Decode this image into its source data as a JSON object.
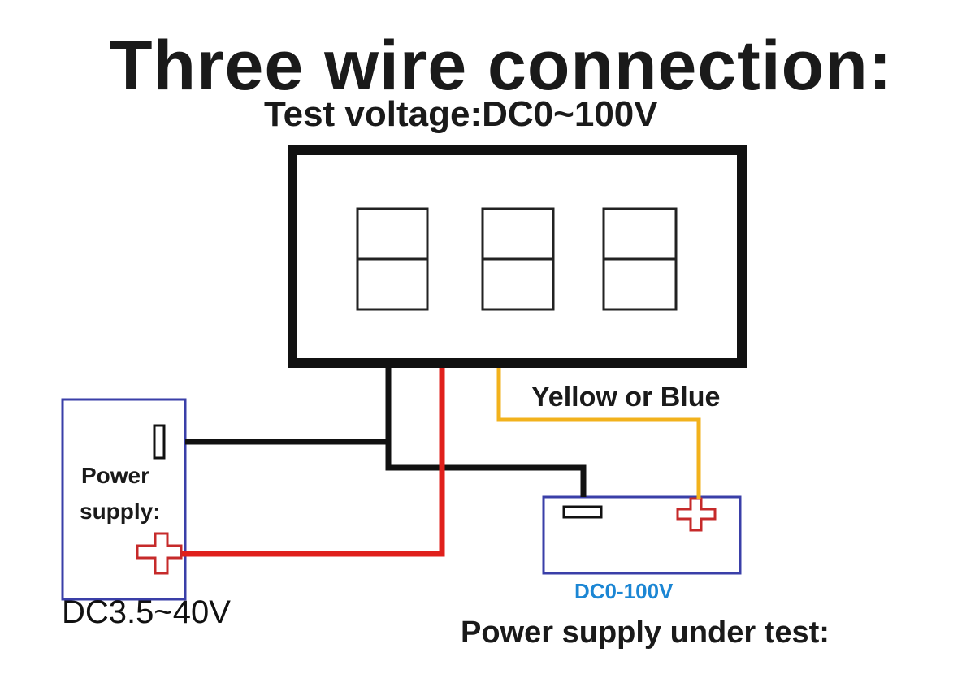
{
  "title": "Three wire connection:",
  "subtitle": "Test voltage:DC0~100V",
  "wire_label": "Yellow or Blue",
  "power_supply": {
    "label_line1": "Power",
    "label_line2": "supply:",
    "range": "DC3.5~40V"
  },
  "test_supply": {
    "range": "DC0-100V",
    "caption": "Power supply under test:"
  },
  "display": {
    "digits": 3
  },
  "colors": {
    "black_wire": "#111111",
    "red_wire": "#e0201c",
    "yellow_wire": "#f2b21c",
    "plus_symbol": "#c62a2a",
    "box_border": "#3a3fa8",
    "range_blue": "#1b86d4"
  }
}
